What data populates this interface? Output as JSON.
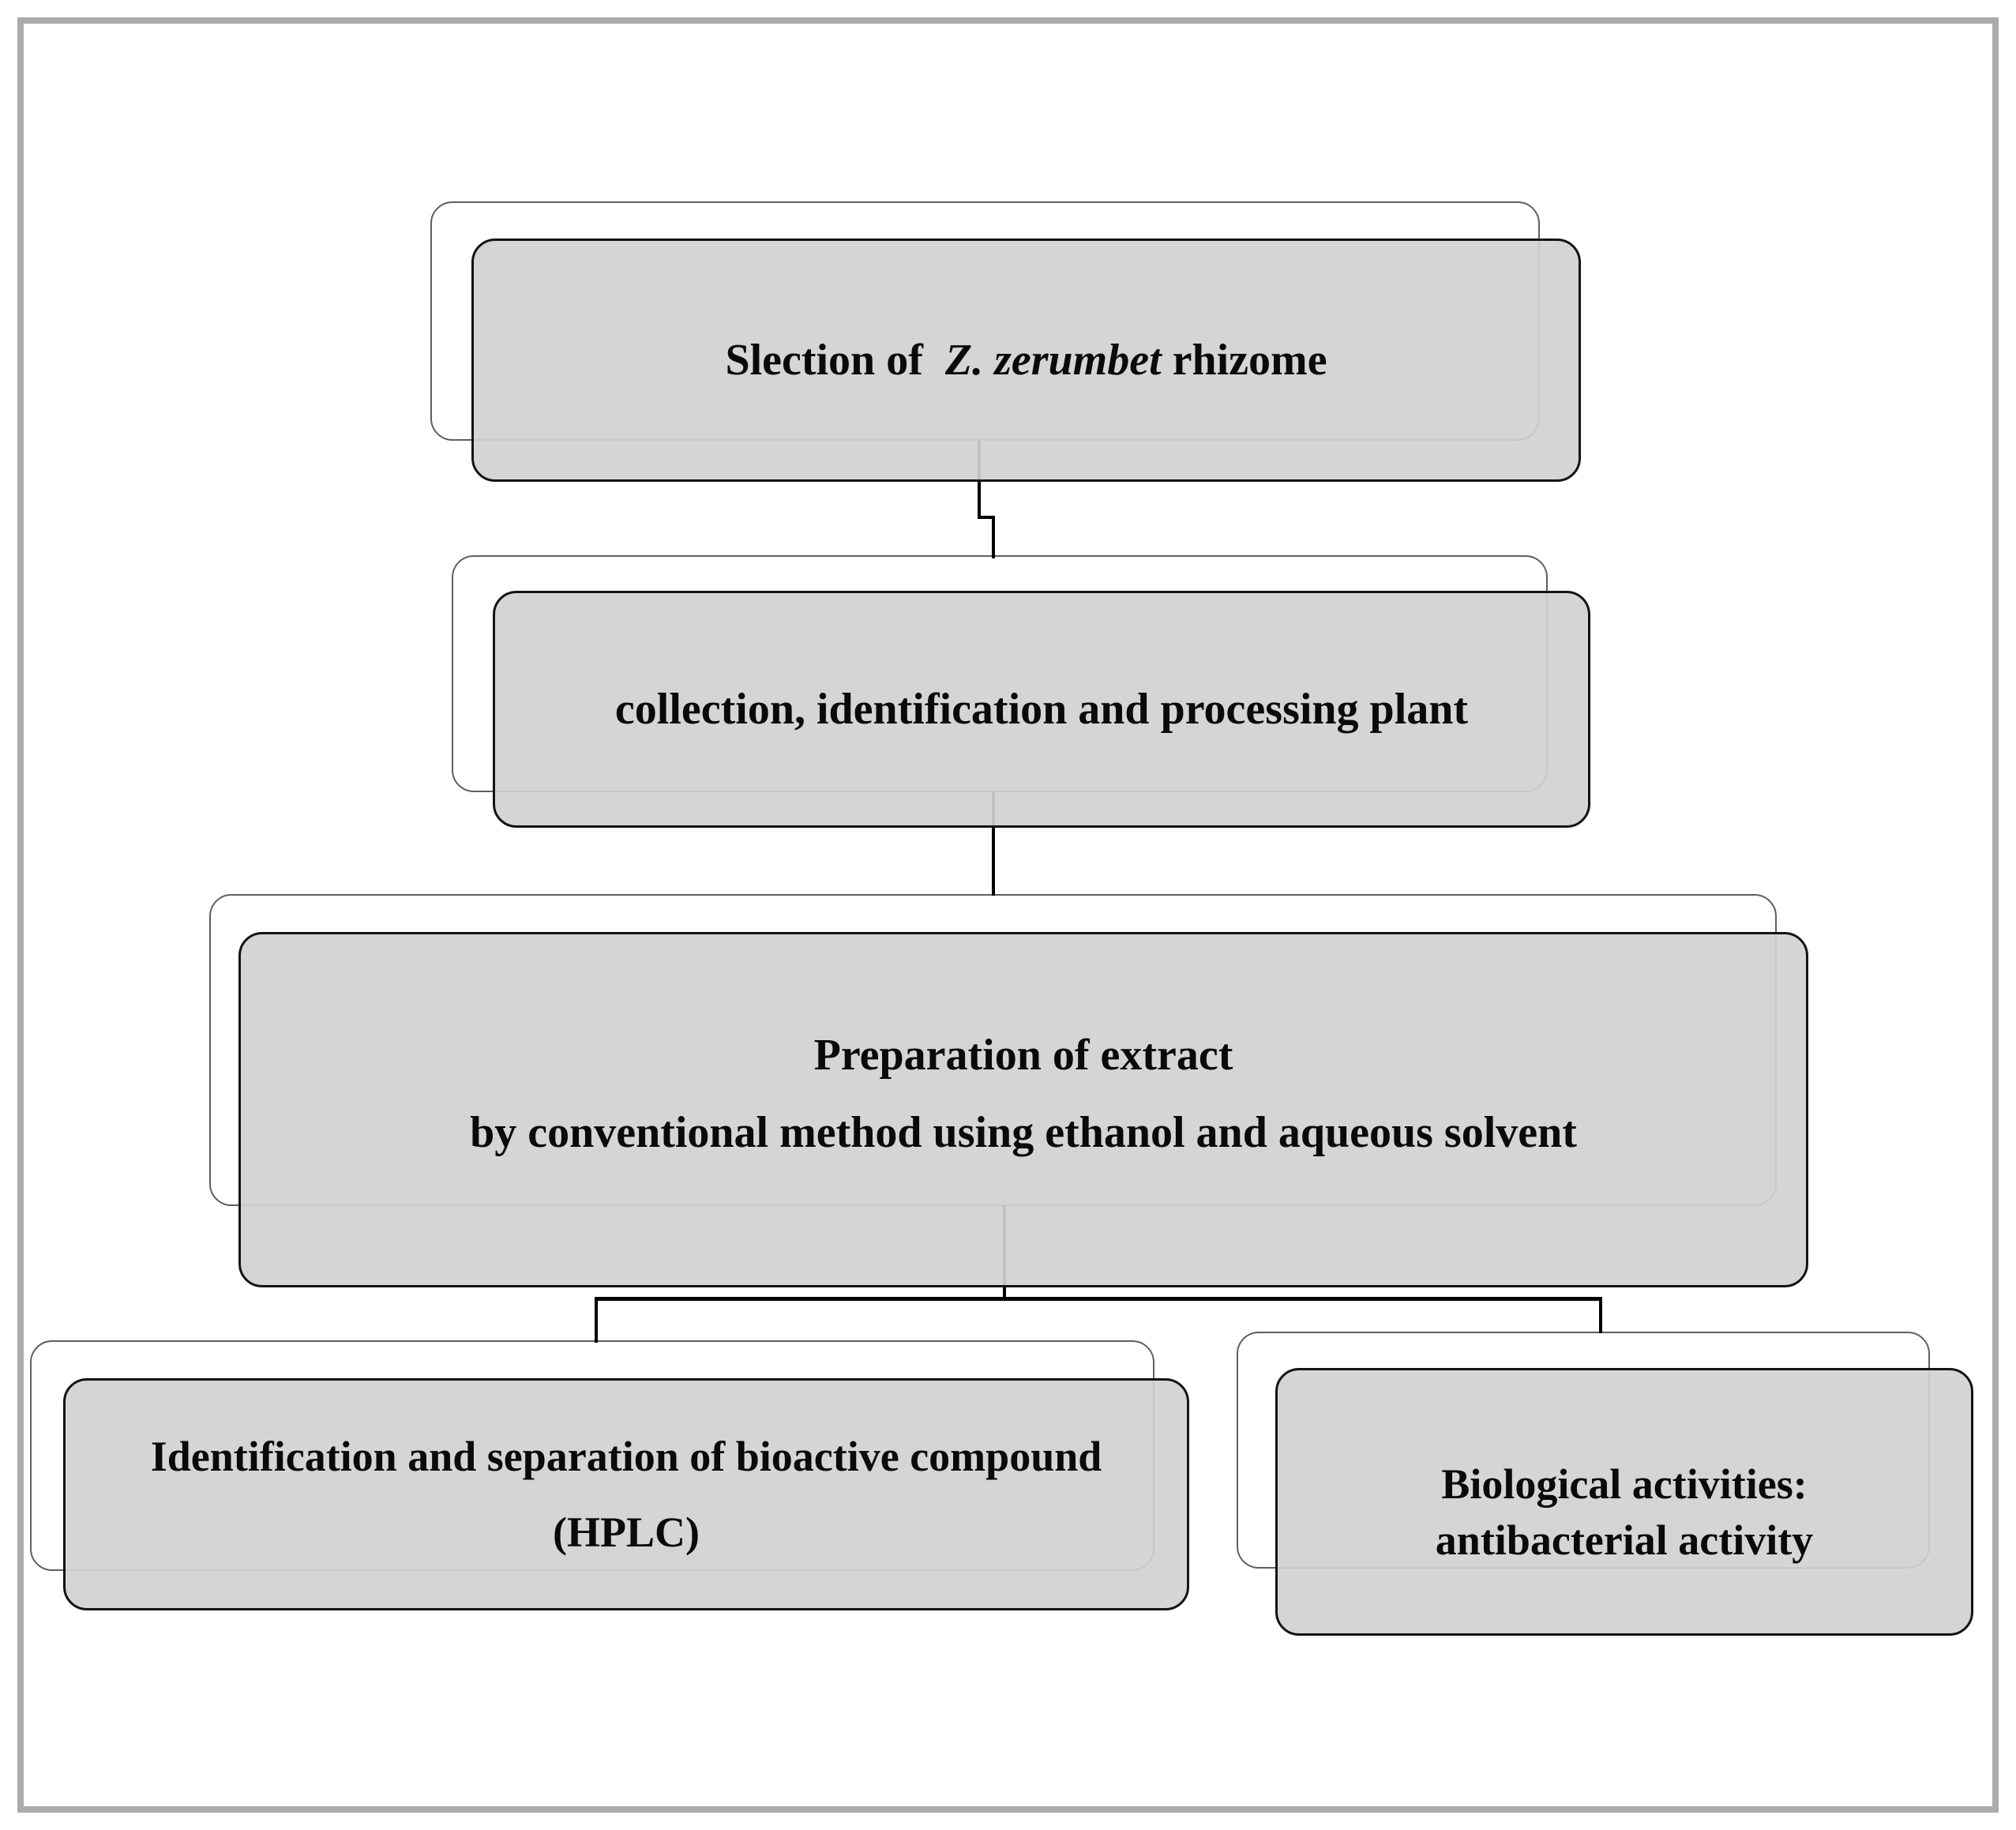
{
  "diagram": {
    "type": "flowchart",
    "title_hint": "Workflow of Z. zerumbet rhizome study",
    "colors": {
      "box_fill": "#d1d1d1",
      "box_border": "#141414",
      "shadow_box_fill": "#ffffff",
      "shadow_box_border": "#5f5f5f",
      "connector": "#000000",
      "frame_border": "#acacac",
      "text": "#0a0a0a"
    },
    "nodes": [
      {
        "id": "selection",
        "text_prefix": "Slection of  ",
        "text_italic": "Z. zerumbet",
        "text_suffix": " rhizome"
      },
      {
        "id": "collection",
        "label": "collection, identification and processing plant"
      },
      {
        "id": "extraction",
        "line1": "Preparation of extract",
        "line2": "by conventional method using ethanol and aqueous solvent"
      },
      {
        "id": "hplc",
        "line1": "Identification and separation of  bioactive compound",
        "line2": "(HPLC)"
      },
      {
        "id": "biological",
        "line1": "Biological activities:",
        "line2": "antibacterial activity"
      }
    ],
    "edges": [
      {
        "from": "selection",
        "to": "collection"
      },
      {
        "from": "collection",
        "to": "extraction"
      },
      {
        "from": "extraction",
        "to": "hplc"
      },
      {
        "from": "extraction",
        "to": "biological"
      }
    ]
  }
}
